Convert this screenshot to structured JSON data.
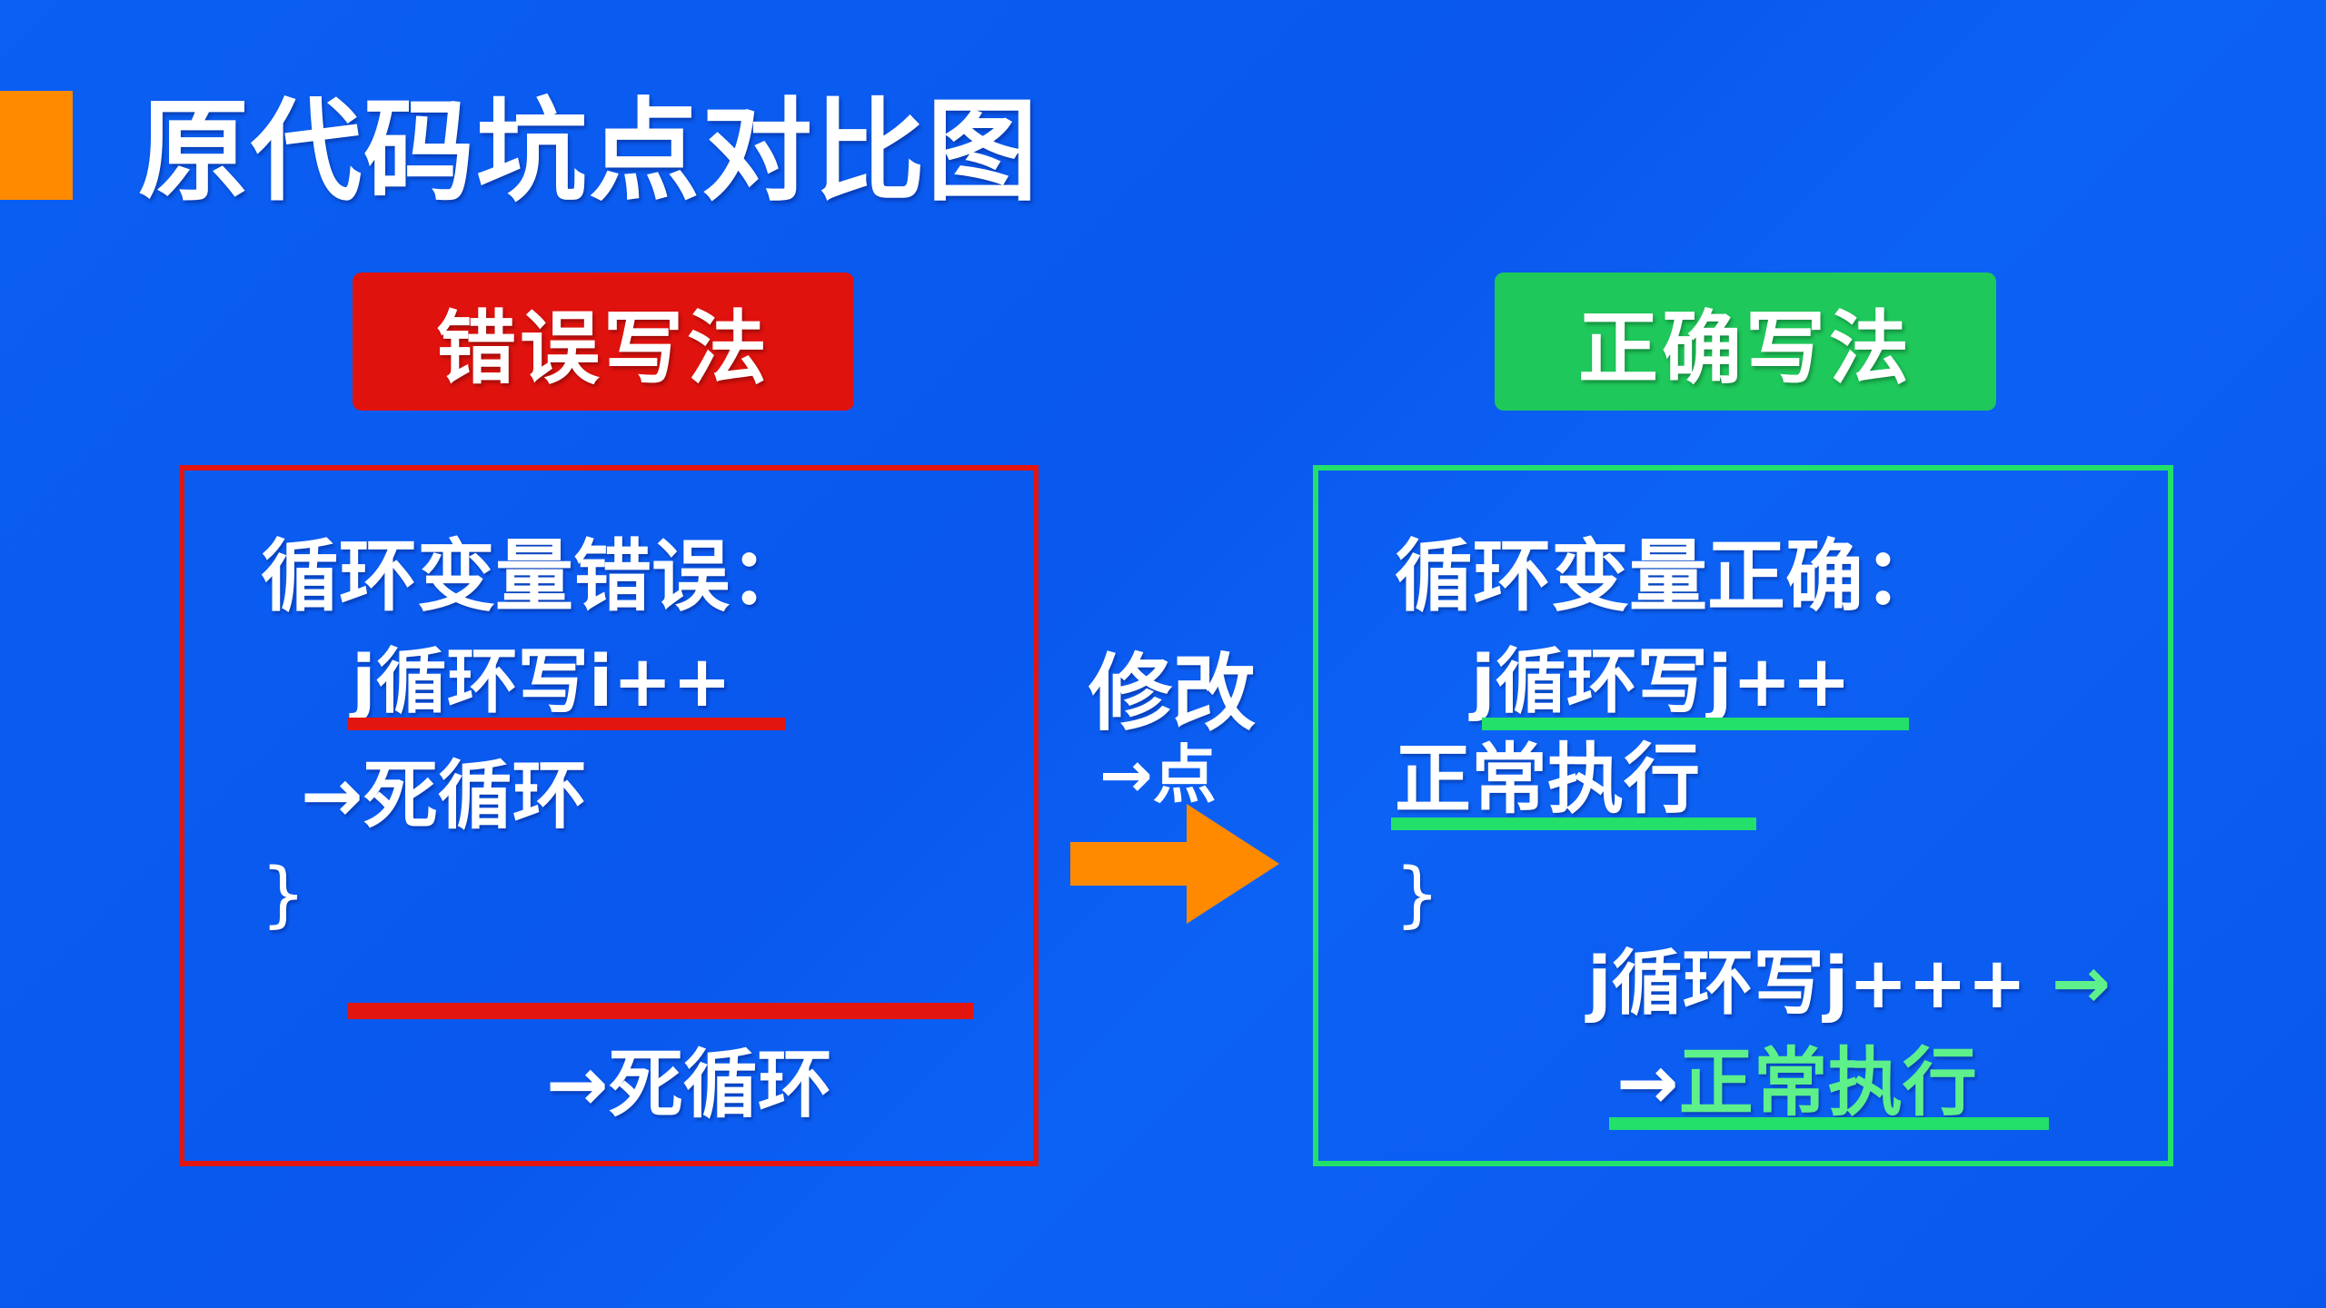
{
  "title": "原代码坑点对比图",
  "colors": {
    "background": "#0a5cf0",
    "accent_orange": "#ff8a00",
    "wrong_red": "#e3150f",
    "correct_green": "#22e06a",
    "text": "#ffffff"
  },
  "wrong": {
    "label": "错误写法",
    "heading": "循环变量错误：",
    "line1": "j循环写i++",
    "line2": "→死循环",
    "brace": "}",
    "result": "→死循环"
  },
  "middle": {
    "label": "修改",
    "sub": "→点",
    "arrow_icon": "arrow-right-icon"
  },
  "correct": {
    "label": "正确写法",
    "heading": "循环变量正确：",
    "line1": "j循环写j++",
    "line2": "正常执行",
    "brace": "}",
    "line3": "j循环写j+++",
    "line3_arrow": "→",
    "result_arrow": "→",
    "result": "正常执行"
  }
}
